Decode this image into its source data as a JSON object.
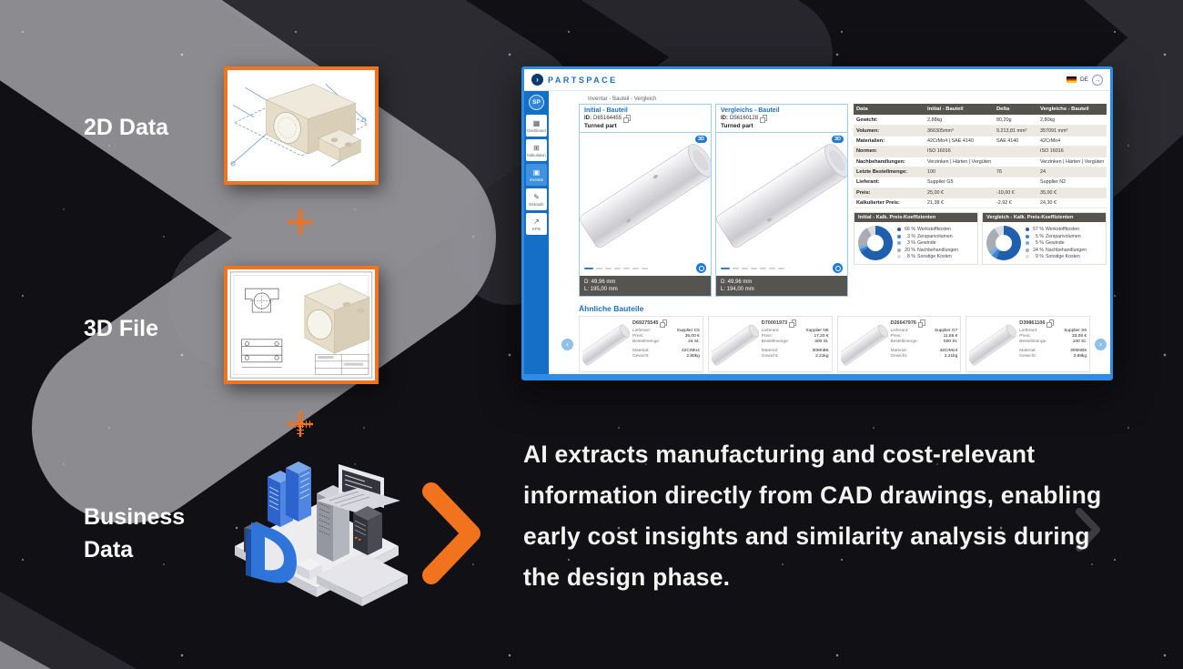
{
  "scene": {
    "labels": {
      "twod": "2D Data",
      "threed": "3D File",
      "business": "Business Data"
    },
    "caption": "AI extracts manufacturing and cost-relevant\ninformation directly from CAD drawings, enabling\nearly cost insights and similarity analysis during\nthe design phase."
  },
  "app": {
    "brand": "PARTSPACE",
    "header": {
      "lang": "DE",
      "logout_icon": "→",
      "logo_glyph": "›"
    },
    "breadcrumb": "Inventar - Bauteil - Vergleich",
    "sidebar": {
      "avatar": "SP",
      "items": [
        {
          "label": "Dashboard",
          "glyph": "▦"
        },
        {
          "label": "Kalkulation",
          "glyph": "⊞"
        },
        {
          "label": "Inventar",
          "glyph": "▣"
        },
        {
          "label": "Einkäufe",
          "glyph": "✎"
        },
        {
          "label": "KPIs",
          "glyph": "↗"
        }
      ]
    },
    "labels": {
      "id": "ID:",
      "badge": "3D"
    },
    "parts": [
      {
        "title": "Initial - Bauteil",
        "id": "D65164455",
        "type": "Turned part",
        "dim_d": "D: 49,96 mm",
        "dim_l": "L: 195,00 mm"
      },
      {
        "title": "Vergleichs - Bauteil",
        "id": "D56160128",
        "type": "Turned part",
        "dim_d": "D: 49,96 mm",
        "dim_l": "L: 194,00 mm"
      }
    ],
    "table": {
      "headers": [
        "Data",
        "Initial - Bauteil",
        "Delta",
        "Vergleichs - Bauteil"
      ],
      "rows": [
        [
          "Gewicht:",
          "2,88kg",
          "80,20g",
          "2,80kg"
        ],
        [
          "Volumen:",
          "366305mm³",
          "9.213,81 mm³",
          "357091 mm³"
        ],
        [
          "Materialien:",
          "42CrMo4 | SAE 4140",
          "SAE 4140",
          "42CrMo4"
        ],
        [
          "Normen:",
          "ISO 16016",
          "",
          "ISO 16016"
        ],
        [
          "Nachbehandlungen:",
          "Verzinken | Härten | Vergüten",
          "",
          "Verzinken | Härten | Vergüten"
        ],
        [
          "Letzte Bestellmenge:",
          "100",
          "76",
          "24"
        ],
        [
          "Lieferant:",
          "Supplier G5",
          "",
          "Supplier N2"
        ],
        [
          "Preis:",
          "25,00 €",
          "-10,00 €",
          "35,00 €"
        ],
        [
          "Kalkulierter Preis:",
          "21,38 €",
          "-2,92 €",
          "24,30 €"
        ]
      ]
    },
    "donut_colors": [
      "#1f5fae",
      "#3c82cc",
      "#7dabdb",
      "#a9adb3",
      "#dddddd"
    ],
    "charts": [
      {
        "title": "Initial - Kalk. Preis-Koeffizienten",
        "type": "donut",
        "values": [
          66,
          3,
          3,
          20,
          8
        ],
        "legend": [
          {
            "pct": "66 %",
            "label": "Werkstoffkosten"
          },
          {
            "pct": "3 %",
            "label": "Zerspanvolumen"
          },
          {
            "pct": "3 %",
            "label": "Gewinde"
          },
          {
            "pct": "20 %",
            "label": "Nachbehandlungen"
          },
          {
            "pct": "8 %",
            "label": "Sonstige Kosten"
          }
        ]
      },
      {
        "title": "Vergleich - Kalk. Preis-Koeffizienten",
        "type": "donut",
        "values": [
          57,
          5,
          5,
          24,
          9
        ],
        "legend": [
          {
            "pct": "57 %",
            "label": "Werkstoffkosten"
          },
          {
            "pct": "5 %",
            "label": "Zerspanvolumen"
          },
          {
            "pct": "5 %",
            "label": "Gewinde"
          },
          {
            "pct": "24 %",
            "label": "Nachbehandlungen"
          },
          {
            "pct": "9 %",
            "label": "Sonstige Kosten"
          }
        ]
      }
    ],
    "similar": {
      "heading": "Ähnliche Bauteile",
      "nav": {
        "prev": "‹",
        "next": "›"
      },
      "field_labels": {
        "supplier": "Lieferant:",
        "price": "Preis:",
        "qty": "Bestellmenge:",
        "material": "Material:",
        "weight": "Gewicht:"
      },
      "cards": [
        {
          "id": "D69275545",
          "supplier": "Supplier C5",
          "price": "35,00 €",
          "qty": "24 St.",
          "material": "42CrMo4",
          "weight": "2,80kg"
        },
        {
          "id": "D70001973",
          "supplier": "Supplier N6",
          "price": "17,20 €",
          "qty": "300 St.",
          "material": "30MnB5",
          "weight": "2,21kg"
        },
        {
          "id": "D26647976",
          "supplier": "Supplier G7",
          "price": "11,85 €",
          "qty": "500 St.",
          "material": "42CrMo4",
          "weight": "2,21kg"
        },
        {
          "id": "D39861106",
          "supplier": "Supplier S6",
          "price": "33,08 €",
          "qty": "100 St.",
          "material": "30MnB5",
          "weight": "3,69kg"
        }
      ]
    }
  }
}
